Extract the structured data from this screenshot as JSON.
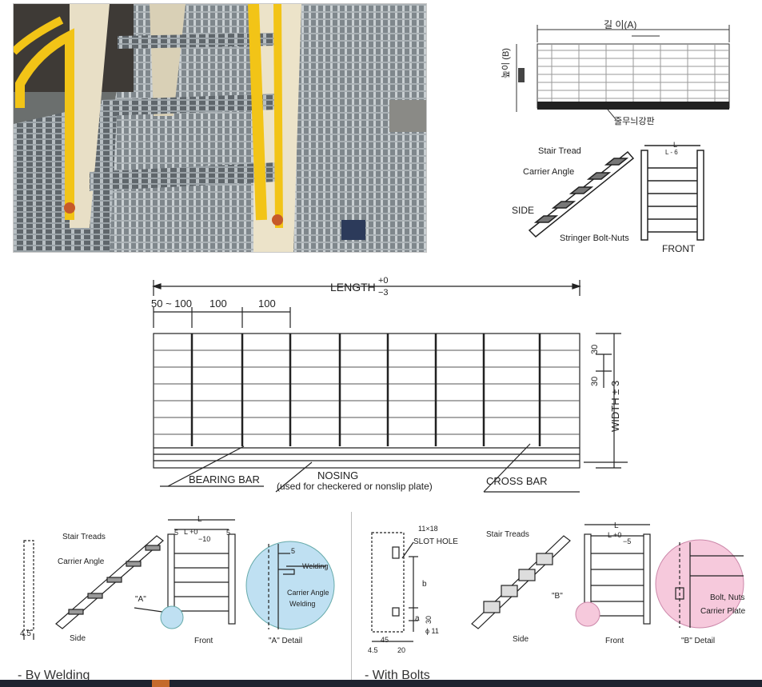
{
  "top_right_diagram": {
    "length_label": "길 이(A)",
    "height_label": "높이 (B)",
    "nosing_label": "줄무늬강판"
  },
  "stair_sf": {
    "stair_tread": "Stair Tread",
    "carrier_angle": "Carrier Angle",
    "side": "SIDE",
    "stringer": "Stringer Bolt-Nuts",
    "front": "FRONT",
    "l_top": "L",
    "l_sub": "L - 6"
  },
  "grating_plan": {
    "length_label": "LENGTH",
    "length_tol_plus": "+0",
    "length_tol_minus": "−3",
    "dim_first": "50 ~ 100",
    "dim_second": "100",
    "dim_third": "100",
    "width_label": "WIDTH ± 3",
    "dim_30a": "30",
    "dim_30b": "30",
    "bearing_bar": "BEARING BAR",
    "nosing": "NOSING",
    "nosing_note": "(used for checkered or nonslip plate)",
    "cross_bar": "CROSS BAR"
  },
  "welding_panel": {
    "stair_treads": "Stair Treads",
    "carrier_angle": "Carrier Angle",
    "dim_45": "4.5",
    "marker_a": "\"A\"",
    "side": "Side",
    "front": "Front",
    "detail": "\"A\" Detail",
    "l": "L",
    "l_tol": "L +0",
    "l_tol2": "−10",
    "five_left": "5",
    "five_right": "5",
    "detail_5": "5",
    "welding_1": "Welding",
    "carrier_angle_d": "Carrier Angle",
    "welding_2": "Welding",
    "caption": "- By Welding"
  },
  "bolts_panel": {
    "slot_size": "11×18",
    "slot_hole": "SLOT HOLE",
    "b": "b",
    "a": "a",
    "dim_30": "30",
    "phi": "ϕ 11",
    "dim_45": "4.5",
    "dim_45b": "45",
    "dim_20": "20",
    "stair_treads": "Stair Treads",
    "marker_b": "\"B\"",
    "side": "Side",
    "front": "Front",
    "detail": "\"B\" Detail",
    "l": "L",
    "l_tol": "L +0",
    "l_tol2": "−5",
    "bolt_nuts": "Bolt, Nuts",
    "carrier_plate": "Carrier Plate",
    "caption": "- With Bolts"
  },
  "colors": {
    "rail_yellow": "#f2c417",
    "steel": "#9aa1a6",
    "detail_blue": "#bfe0f2",
    "detail_pink": "#f6c9dc",
    "line": "#333333"
  }
}
